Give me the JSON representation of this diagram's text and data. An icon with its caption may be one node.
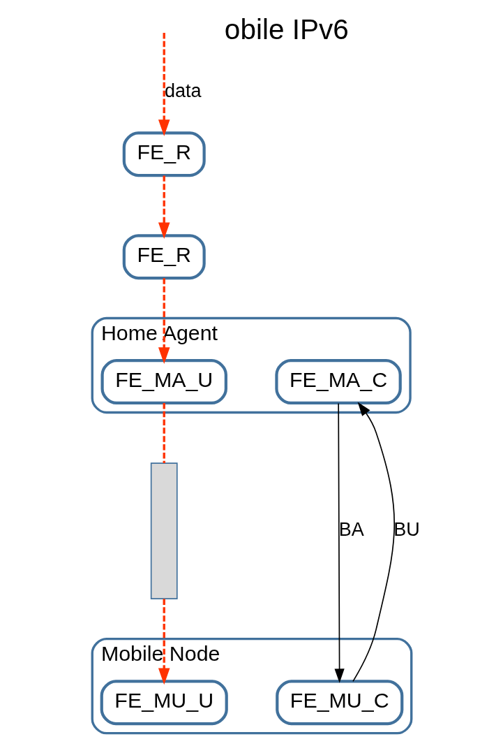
{
  "diagram": {
    "nodes": [
      {
        "text": [
          "FE_R"
        ]
      },
      {
        "text": [
          "FE_R"
        ]
      },
      {
        "text": [
          "Home Agent"
        ]
      },
      {
        "text": [
          "FE_MA_U"
        ],
        "in": 2
      },
      {
        "text": [
          "FE_MA_C"
        ],
        "in": 2
      },
      {
        "text": [],
        "shape": "bar"
      },
      {
        "text": [
          "Mobile Node"
        ]
      },
      {
        "text": [
          "FE_MU_U"
        ],
        "in": 6
      },
      {
        "text": [
          "FE_MU_C"
        ],
        "in": 6
      }
    ],
    "edges": [
      {
        "from": null,
        "to": 0,
        "arrow": "to",
        "label": "data",
        "style": "dashed",
        "color": "#ff3300"
      },
      {
        "from": 0,
        "to": 1,
        "arrow": "to",
        "style": "dashed",
        "color": "#ff3300"
      },
      {
        "from": 1,
        "to": 3,
        "arrow": "to",
        "style": "dashed",
        "color": "#ff3300"
      },
      {
        "from": 3,
        "to": 5,
        "arrow": "none",
        "style": "dashed",
        "color": "#ff3300"
      },
      {
        "from": 5,
        "to": 7,
        "arrow": "to",
        "style": "dashed",
        "color": "#ff3300"
      },
      {
        "from": 8,
        "to": 4,
        "arrow": "to",
        "label": "BU",
        "color": "#000000"
      },
      {
        "from": 4,
        "to": 8,
        "arrow": "to",
        "label": "BA",
        "color": "#000000"
      }
    ],
    "labels": [
      "obile IPv6"
    ]
  }
}
